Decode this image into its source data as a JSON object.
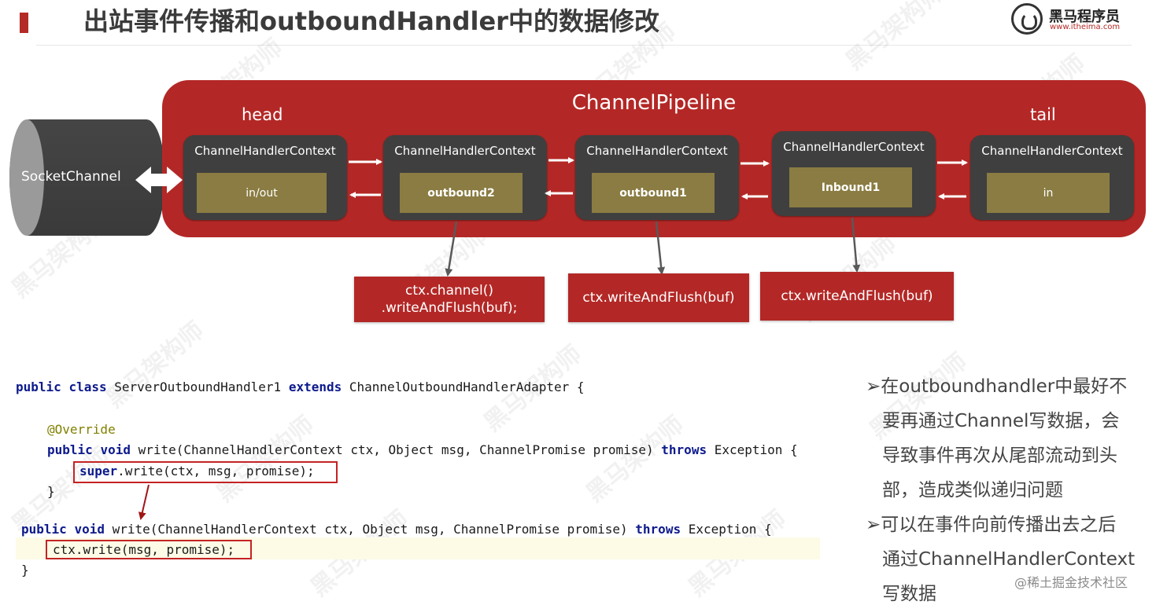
{
  "header": {
    "title": "出站事件传播和outboundHandler中的数据修改",
    "logo": {
      "name": "黑马程序员",
      "url": "www.itheima.com"
    }
  },
  "diagram": {
    "socket_channel": "SocketChannel",
    "pipeline_label": "ChannelPipeline",
    "head_label": "head",
    "tail_label": "tail",
    "contexts": [
      {
        "title": "ChannelHandlerContext",
        "handler": "in/out"
      },
      {
        "title": "ChannelHandlerContext",
        "handler": "outbound2"
      },
      {
        "title": "ChannelHandlerContext",
        "handler": "outbound1"
      },
      {
        "title": "ChannelHandlerContext",
        "handler": "Inbound1"
      },
      {
        "title": "ChannelHandlerContext",
        "handler": "in"
      }
    ],
    "callouts": [
      {
        "line1": "ctx.channel()",
        "line2": ".writeAndFlush(buf);"
      },
      {
        "line1": "ctx.writeAndFlush(buf)"
      },
      {
        "line1": "ctx.writeAndFlush(buf)"
      }
    ]
  },
  "code": {
    "l1_kw1": "public",
    "l1_kw2": "class",
    "l1_t1": "ServerOutboundHandler1",
    "l1_kw3": "extends",
    "l1_t2": "ChannelOutboundHandlerAdapter {",
    "annotation": "@Override",
    "l3_kw1": "public",
    "l3_kw2": "void",
    "l3_t1": "write(ChannelHandlerContext ctx, Object msg, ChannelPromise promise)",
    "l3_kw3": "throws",
    "l3_t2": "Exception {",
    "l4_kw": "super",
    "l4_t": ".write(ctx, msg, promise);",
    "l5": "}",
    "l6_kw1": "public",
    "l6_kw2": "void",
    "l6_t1": "write(ChannelHandlerContext ctx, Object msg, ChannelPromise promise)",
    "l6_kw3": "throws",
    "l6_t2": "Exception {",
    "l7": "ctx.write(msg, promise);",
    "l8": "}"
  },
  "notes": {
    "b1_line1": "在outboundhandler中最好不",
    "b1_line2": "要再通过Channel写数据，会",
    "b1_line3": "导致事件再次从尾部流动到头",
    "b1_line4": "部，造成类似递归问题",
    "b2_line1": "可以在事件向前传播出去之后",
    "b2_line2": "通过ChannelHandlerContext",
    "b2_line3": "写数据",
    "marker": "➢"
  },
  "watermark": {
    "text": "黑马架构师",
    "credit": "@稀土掘金技术社区"
  },
  "colors": {
    "brand_red": "#b32826",
    "context_gray": "#3f3f3f",
    "handler_olive": "#8a7c42",
    "keyword": "#0d1a8c",
    "annotation": "#808000"
  }
}
